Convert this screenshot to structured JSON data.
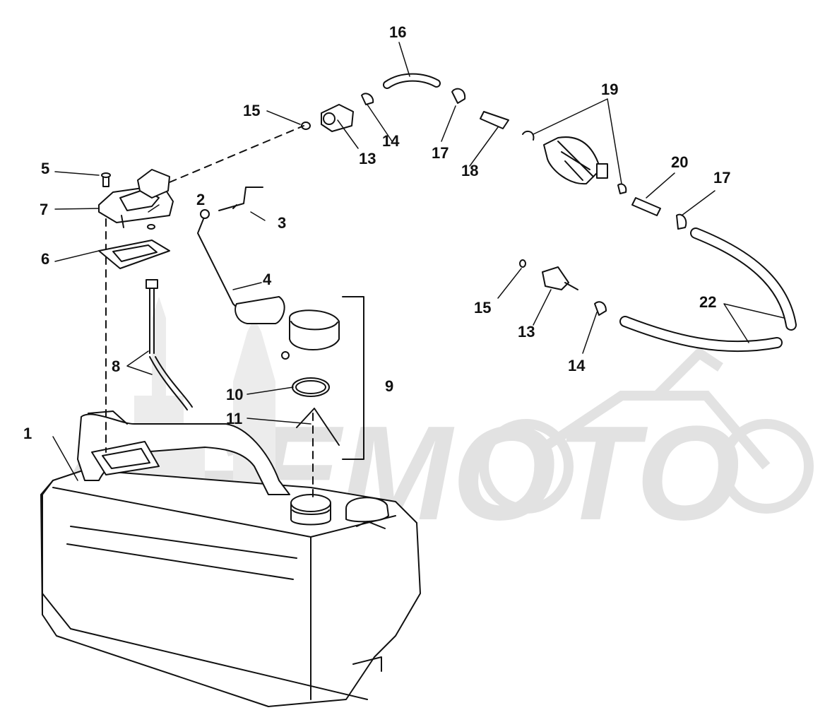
{
  "watermark": {
    "text": "AGEMOTO",
    "color": "#d9d9d9"
  },
  "line_color": "#111111",
  "callouts": [
    {
      "id": "c1",
      "label": "1"
    },
    {
      "id": "c2",
      "label": "2"
    },
    {
      "id": "c3",
      "label": "3"
    },
    {
      "id": "c4",
      "label": "4"
    },
    {
      "id": "c5",
      "label": "5"
    },
    {
      "id": "c6",
      "label": "6"
    },
    {
      "id": "c7",
      "label": "7"
    },
    {
      "id": "c8",
      "label": "8"
    },
    {
      "id": "c9",
      "label": "9"
    },
    {
      "id": "c10",
      "label": "10"
    },
    {
      "id": "c11",
      "label": "11"
    },
    {
      "id": "c13a",
      "label": "13"
    },
    {
      "id": "c13b",
      "label": "13"
    },
    {
      "id": "c14a",
      "label": "14"
    },
    {
      "id": "c14b",
      "label": "14"
    },
    {
      "id": "c15a",
      "label": "15"
    },
    {
      "id": "c15b",
      "label": "15"
    },
    {
      "id": "c16",
      "label": "16"
    },
    {
      "id": "c17a",
      "label": "17"
    },
    {
      "id": "c17b",
      "label": "17"
    },
    {
      "id": "c18",
      "label": "18"
    },
    {
      "id": "c19",
      "label": "19"
    },
    {
      "id": "c20",
      "label": "20"
    },
    {
      "id": "c22",
      "label": "22"
    }
  ]
}
